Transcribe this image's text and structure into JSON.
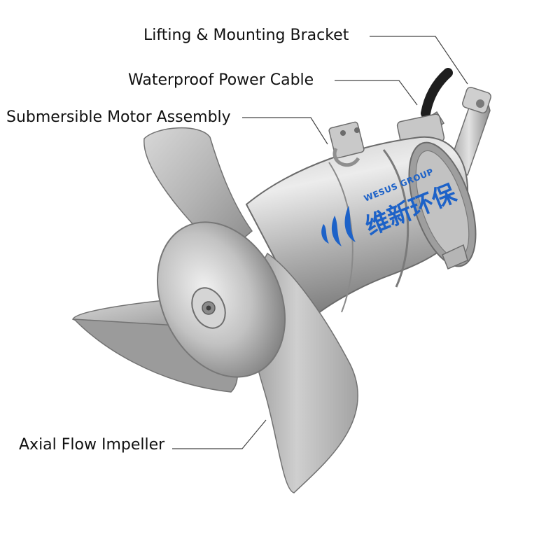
{
  "callouts": {
    "bracket": "Lifting & Mounting Bracket",
    "cable": "Waterproof Power Cable",
    "motor": "Submersible Motor Assembly",
    "impeller": "Axial Flow Impeller"
  },
  "logo": {
    "group_name": "WESUS GROUP",
    "chinese_name": "维新环保",
    "mark_icon": "wave-strokes-logo-icon"
  },
  "colors": {
    "background": "#ffffff",
    "label_text": "#111111",
    "leader_line": "#444444",
    "logo_blue": "#1d62c8",
    "steel_light": "#e4e4e4",
    "steel_mid": "#a9a9a9",
    "steel_dark": "#6f6f6f"
  }
}
